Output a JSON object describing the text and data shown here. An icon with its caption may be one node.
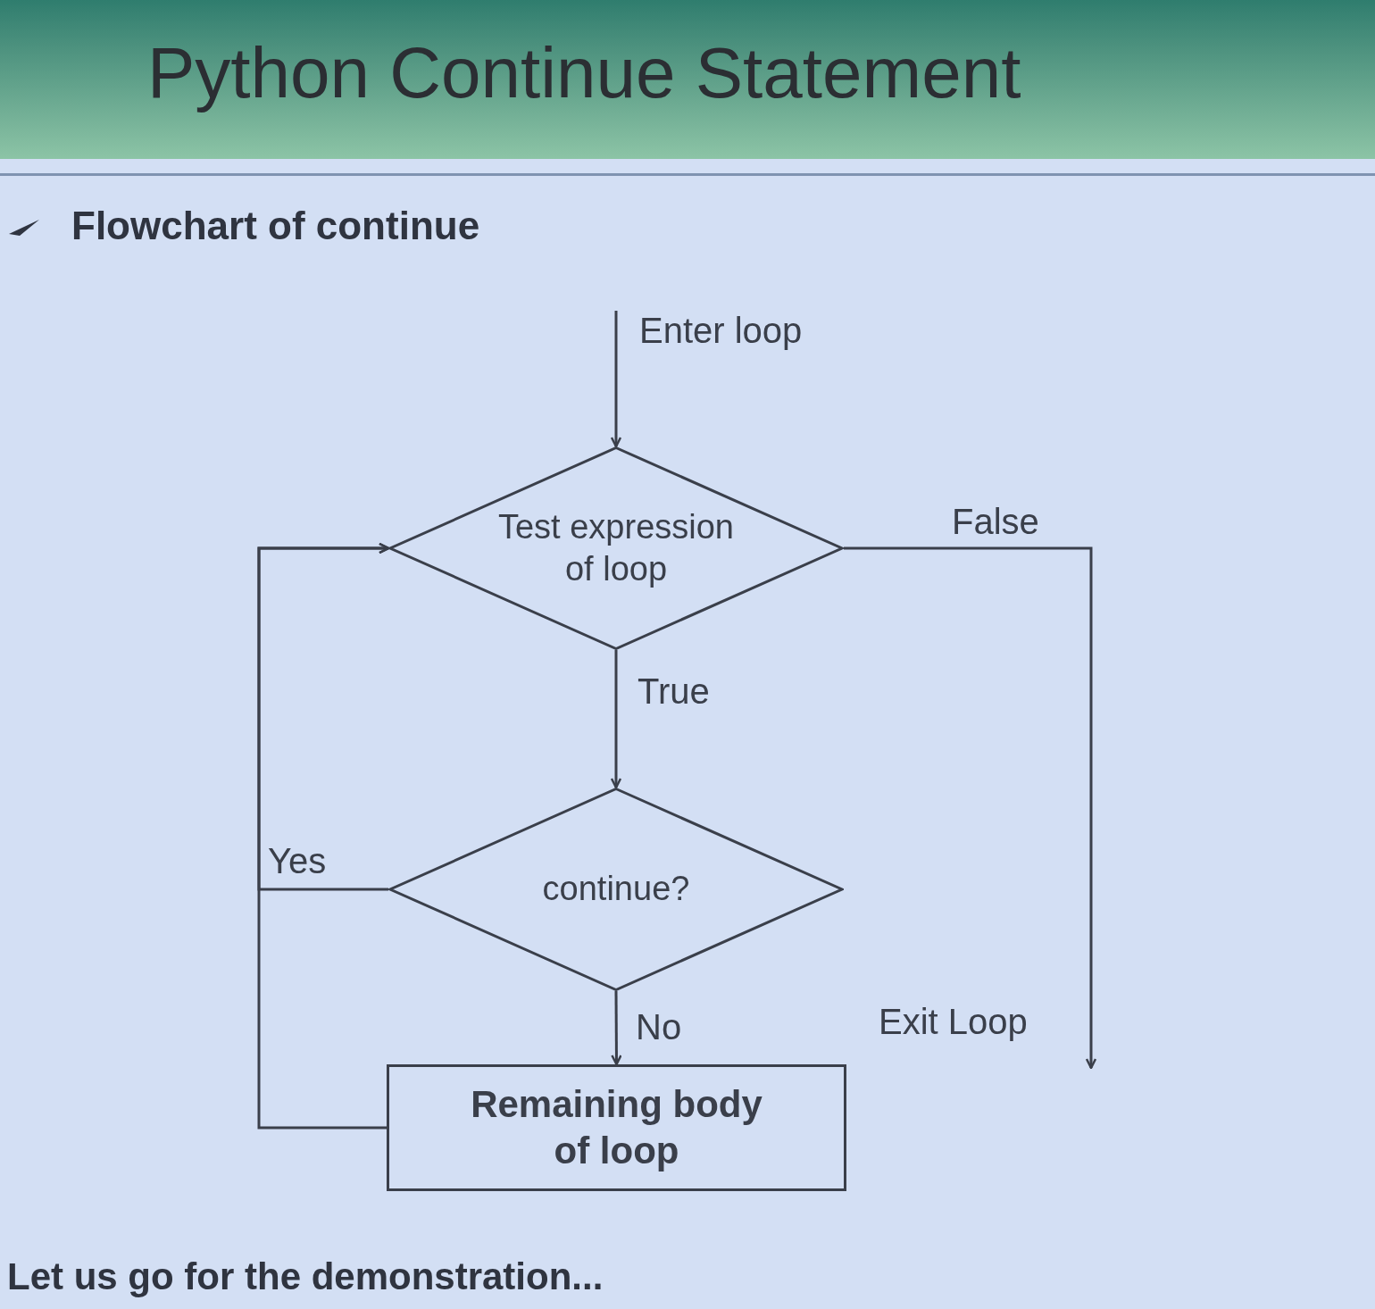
{
  "diagram": {
    "title": "Python Continue Statement",
    "nodes": [
      {
        "text": [
          "Test expression of loop"
        ]
      },
      {
        "text": [
          "continue?"
        ]
      },
      {
        "text": [
          "Remaining body of loop"
        ]
      }
    ],
    "edges": [
      {
        "from": null,
        "to": 0,
        "arrow": "to",
        "label": "Enter loop"
      },
      {
        "from": 0,
        "to": 1,
        "arrow": "to",
        "label": "True"
      },
      {
        "from": 1,
        "to": 2,
        "arrow": "to",
        "label": "No"
      },
      {
        "from": 1,
        "to": 0,
        "arrow": "to",
        "label": "Yes"
      },
      {
        "from": 2,
        "to": 0,
        "arrow": "to"
      },
      {
        "from": 0,
        "to": null,
        "arrow": "to",
        "label": "False"
      }
    ],
    "labels": [
      "Flowchart of continue",
      "Exit Loop",
      "Let us go for the demonstration..."
    ]
  }
}
